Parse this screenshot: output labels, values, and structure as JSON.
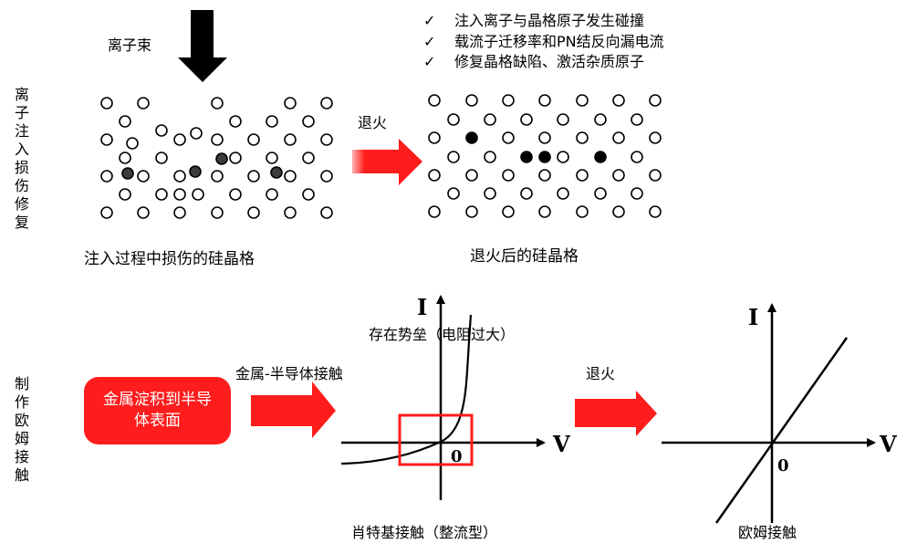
{
  "top_section": {
    "side_label": "离子注入损伤修复",
    "ion_beam_label": "离子束",
    "anneal_label": "退火",
    "damaged_caption": "注入过程中损伤的硅晶格",
    "annealed_caption": "退火后的硅晶格",
    "checklist": [
      {
        "icon": "check-icon",
        "mark": "✓",
        "text": "注入离子与晶格原子发生碰撞"
      },
      {
        "icon": "check-icon",
        "mark": "✓",
        "text": "载流子迁移率和PN结反向漏电流"
      },
      {
        "icon": "check-icon",
        "mark": "✓",
        "text": "修复晶格缺陷、激活杂质原子"
      }
    ],
    "damaged_lattice": {
      "open_atoms": 44,
      "dark_atoms": 4,
      "note": "disordered silicon lattice with displaced impurity atoms"
    },
    "annealed_lattice": {
      "open_atoms": 42,
      "filled_atoms": 4,
      "note": "regular silicon lattice with substitutional dopant atoms"
    }
  },
  "bottom_section": {
    "side_label": "制作欧姆接触",
    "process_box": "金属淀积到半导体表面",
    "contact_label": "金属-半导体接触",
    "barrier_label": "存在势垒（电阻过大）",
    "anneal_label": "退火",
    "schottky_caption": "肖特基接触（整流型）",
    "ohmic_caption": "欧姆接触",
    "axis_labels": {
      "current": "I",
      "voltage": "V",
      "origin": "0"
    }
  },
  "colors": {
    "accent_red": "#ff1c1c",
    "dark_atom": "#3c3c3c",
    "filled_atom": "#000000",
    "line": "#000000"
  }
}
